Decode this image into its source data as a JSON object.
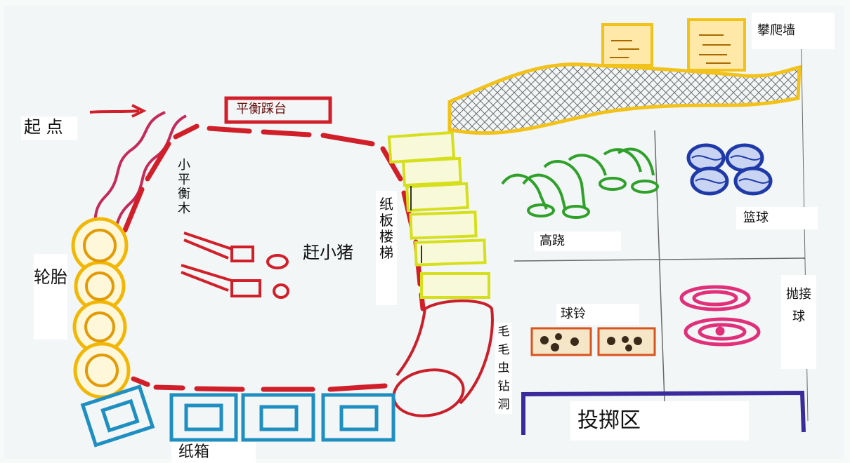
{
  "labels": {
    "start": "起 点",
    "balance_sign": "平衡踩台",
    "climbing_wall": "攀爬墙",
    "small_balance_beam": "小平衡木",
    "chase_piglet": "赶小猪",
    "cardboard_ladder": "纸板楼梯",
    "tires": "轮胎",
    "caterpillar_tunnel": "毛毛虫钻洞",
    "high_stilts": "高跷",
    "basketball": "篮球",
    "dumbbells": "球铃",
    "toss_catch_ball": "抛接球",
    "throwing_area": "投掷区",
    "cardboard_boxes": "纸箱"
  },
  "colors": {
    "path_red": "#d11f2a",
    "tire_yellow": "#f2b705",
    "ladder_yellow": "#d6df1c",
    "box_blue": "#1f8fc2",
    "stilts_green": "#2fa12a",
    "basketball_blue": "#1f3aa8",
    "toss_pink": "#e0307a",
    "throw_purple": "#3b2a9c",
    "net_gray": "#6f6f6f",
    "wall_yellow": "#f2c21a"
  }
}
